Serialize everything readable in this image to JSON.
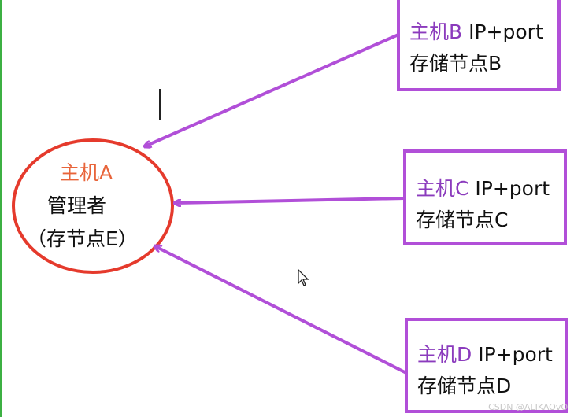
{
  "manager": {
    "title": "主机A",
    "role": "管理者",
    "note": "（存节点E）"
  },
  "hosts": [
    {
      "host_label": "主机B",
      "addr": " IP+port",
      "store": "存储节点B"
    },
    {
      "host_label": "主机C",
      "addr": " IP+port",
      "store": "存储节点C"
    },
    {
      "host_label": "主机D",
      "addr": " IP+port",
      "store": "存储节点D"
    }
  ],
  "watermark": "CSDN @ALIKAOvO",
  "colors": {
    "arrow": "#b14fd8",
    "ellipse_stroke": "#e53a2c",
    "manager_title": "#e8643a",
    "host_label": "#8b3bbd"
  }
}
